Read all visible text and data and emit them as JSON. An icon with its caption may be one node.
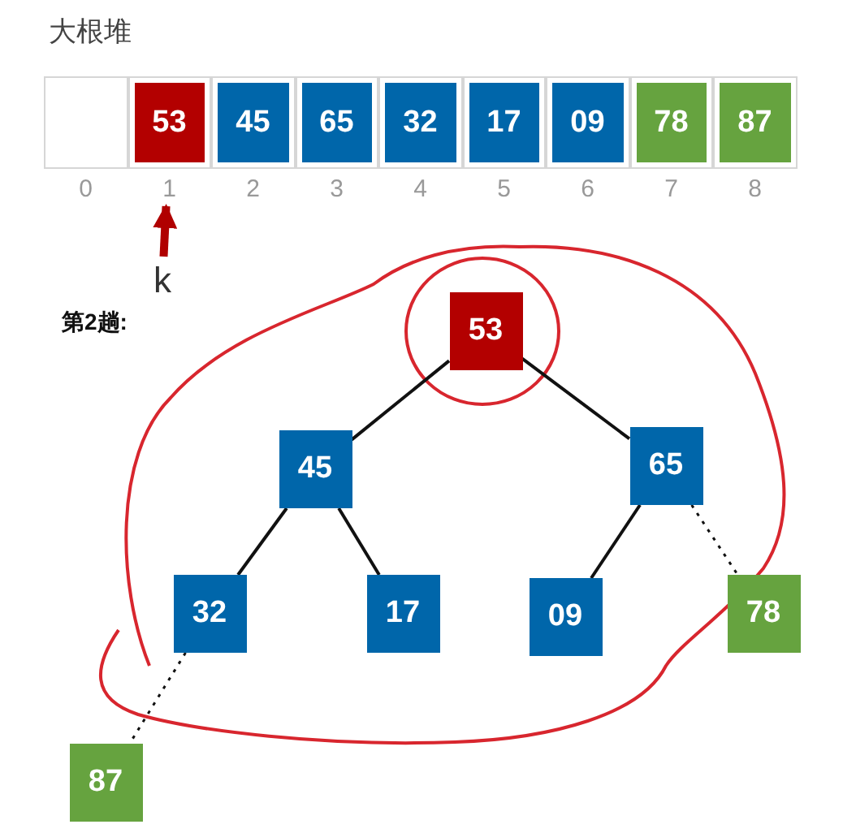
{
  "diagram": {
    "title": "大根堆",
    "nodes": [
      {
        "text": [],
        "shape": "box",
        "beside": [
          "0"
        ]
      },
      {
        "text": [
          "53"
        ],
        "beside": [
          "1"
        ]
      },
      {
        "text": [
          "45"
        ],
        "beside": [
          "2"
        ]
      },
      {
        "text": [
          "65"
        ],
        "beside": [
          "3"
        ]
      },
      {
        "text": [
          "32"
        ],
        "beside": [
          "4"
        ]
      },
      {
        "text": [
          "17"
        ],
        "beside": [
          "5"
        ]
      },
      {
        "text": [
          "09"
        ],
        "beside": [
          "6"
        ]
      },
      {
        "text": [
          "78"
        ],
        "beside": [
          "7"
        ]
      },
      {
        "text": [
          "87"
        ],
        "beside": [
          "8"
        ]
      },
      {
        "text": [
          "k"
        ]
      },
      {
        "text": [
          "53"
        ]
      },
      {
        "text": [
          "45"
        ]
      },
      {
        "text": [
          "65"
        ]
      },
      {
        "text": [
          "32"
        ]
      },
      {
        "text": [
          "17"
        ]
      },
      {
        "text": [
          "09"
        ]
      },
      {
        "text": [
          "78"
        ]
      },
      {
        "text": [
          "87"
        ]
      }
    ],
    "edges": [
      {
        "from": 9,
        "to": 1,
        "arrow": "to",
        "style": "thick",
        "color": "#b00000"
      },
      {
        "from": 10,
        "to": 11,
        "arrow": "none"
      },
      {
        "from": 10,
        "to": 12,
        "arrow": "none"
      },
      {
        "from": 11,
        "to": 13,
        "arrow": "none"
      },
      {
        "from": 11,
        "to": 14,
        "arrow": "none"
      },
      {
        "from": 12,
        "to": 15,
        "arrow": "none"
      },
      {
        "from": 12,
        "to": 16,
        "arrow": "none",
        "style": "dashed"
      },
      {
        "from": 13,
        "to": 17,
        "arrow": "none",
        "style": "dashed"
      }
    ],
    "labels": [
      "第2趟:"
    ]
  }
}
